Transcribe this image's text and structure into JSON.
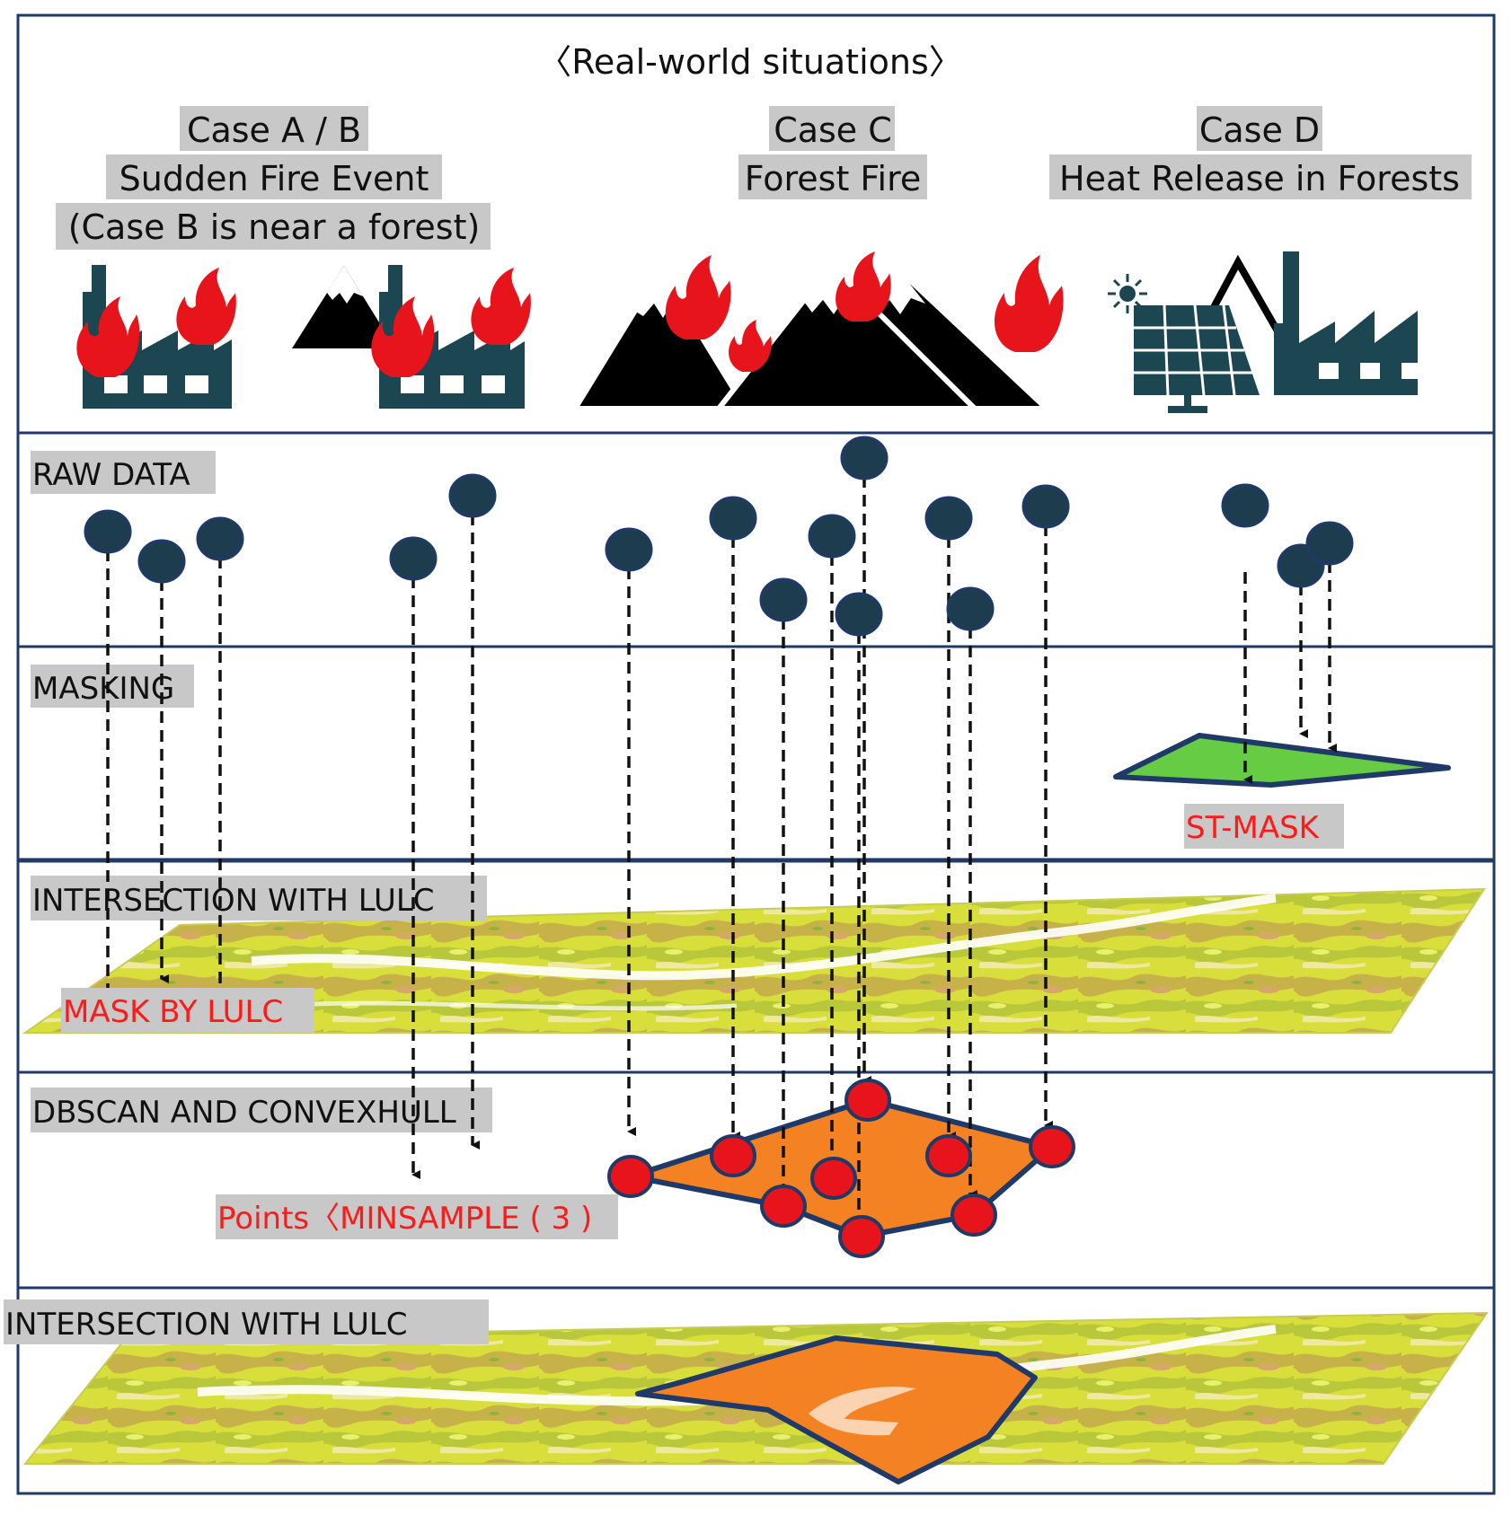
{
  "title": "〈Real-world situations〉",
  "cases": {
    "ab": {
      "line1": "Case A / B",
      "line2": "Sudden Fire Event",
      "line3": "(Case B is near a forest)"
    },
    "c": {
      "line1": "Case C",
      "line2": "Forest Fire"
    },
    "d": {
      "line1": "Case D",
      "line2": "Heat Release in Forests"
    }
  },
  "sections": {
    "raw": "RAW DATA",
    "masking": "MASKING",
    "intersect1": "INTERSECTION WITH LULC",
    "dbscan": "DBSCAN AND CONVEXHULL",
    "intersect2": "INTERSECTION WITH LULC"
  },
  "annotations": {
    "st_mask": "ST-MASK",
    "mask_lulc": "MASK BY LULC",
    "minsample": "Points〈MINSAMPLE ( 3 )"
  },
  "colors": {
    "frame": "#1f3a68",
    "raw_point": "#1d3d4f",
    "cluster_point": "#e8141b",
    "hull_fill": "#f58222",
    "st_mask_fill": "#66cc44",
    "label_bg": "#c8c8c8",
    "alert_text": "#ff1a1a",
    "factory": "#1d4653",
    "flame": "#e8141b"
  },
  "icons": [
    "factory-icon",
    "mountain-icon",
    "flame-icon",
    "solar-panel-icon",
    "sun-icon"
  ]
}
